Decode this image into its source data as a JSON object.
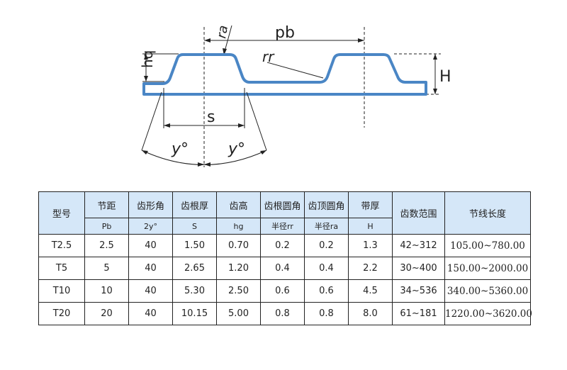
{
  "diagram": {
    "labels": {
      "pb": "pb",
      "ra": "ra",
      "rr": "rr",
      "hq": "hq",
      "H": "H",
      "s": "s",
      "angle_left": "y°",
      "angle_right": "y°"
    },
    "belt_color": "#4a86c5"
  },
  "table": {
    "header_color": "#d5e7f8",
    "headers": [
      {
        "label": "型号",
        "sub": ""
      },
      {
        "label": "节距",
        "sub": "Pb"
      },
      {
        "label": "齿形角",
        "sub": "2y°"
      },
      {
        "label": "齿根厚",
        "sub": "S"
      },
      {
        "label": "齿高",
        "sub": "hg"
      },
      {
        "label": "齿根圆角",
        "sub": "半径rr"
      },
      {
        "label": "齿顶圆角",
        "sub": "半径ra"
      },
      {
        "label": "带厚",
        "sub": "H"
      },
      {
        "label": "齿数范围",
        "sub": ""
      },
      {
        "label": "节线长度",
        "sub": ""
      }
    ],
    "rows": [
      [
        "T2.5",
        "2.5",
        "40",
        "1.50",
        "0.70",
        "0.2",
        "0.2",
        "1.3",
        "42~312",
        "105.00~780.00"
      ],
      [
        "T5",
        "5",
        "40",
        "2.65",
        "1.20",
        "0.4",
        "0.4",
        "2.2",
        "30~400",
        "150.00~2000.00"
      ],
      [
        "T10",
        "10",
        "40",
        "5.30",
        "2.50",
        "0.6",
        "0.6",
        "4.5",
        "34~536",
        "340.00~5360.00"
      ],
      [
        "T20",
        "20",
        "40",
        "10.15",
        "5.00",
        "0.8",
        "0.8",
        "8.0",
        "61~181",
        "1220.00~3620.00"
      ]
    ]
  }
}
